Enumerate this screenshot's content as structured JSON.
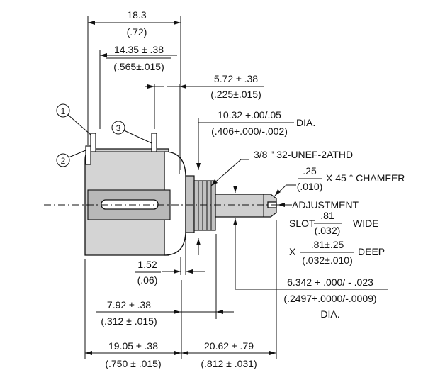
{
  "dimensions": {
    "overall_width": {
      "mm": "18.3",
      "inch": "(.72)"
    },
    "pin_span": {
      "mm": "14.35 ± .38",
      "inch": "(.565±.015)"
    },
    "bushing_length": {
      "mm": "5.72 ± .38",
      "inch": "(.225±.015)"
    },
    "bushing_dia": {
      "mm": "10.32 +.00/.05",
      "inch": "(.406+.000/-.002)",
      "suffix": "DIA."
    },
    "thread": {
      "label": "3/8 \" 32-UNEF-2ATHD"
    },
    "chamfer": {
      "num": ".25",
      "den": "(.010)",
      "suffix": "X 45 ° CHAMFER"
    },
    "slot": {
      "line1": "ADJUSTMENT",
      "wide_prefix": "SLOT",
      "wide_num": ".81",
      "wide_den": "(.032)",
      "wide_suffix": "WIDE",
      "deep_prefix": "X",
      "deep_num": ".81±.25",
      "deep_den": "(.032±.010)",
      "deep_suffix": "DEEP"
    },
    "flange": {
      "mm": "1.52",
      "inch": "(.06)"
    },
    "body_to_pin": {
      "mm": "7.92 ± .38",
      "inch": "(.312 ± .015)"
    },
    "shaft_dia": {
      "mm": "6.342 + .000/ - .023",
      "inch": "(.2497+.0000/-.0009)",
      "suffix": "DIA."
    },
    "body_depth": {
      "mm": "19.05 ± .38",
      "inch": "(.750 ± .015)"
    },
    "shaft_length": {
      "mm": "20.62 ± .79",
      "inch": "(.812 ± .031)"
    }
  },
  "callouts": {
    "terminal_1": "1",
    "terminal_2": "2",
    "terminal_3": "3"
  }
}
